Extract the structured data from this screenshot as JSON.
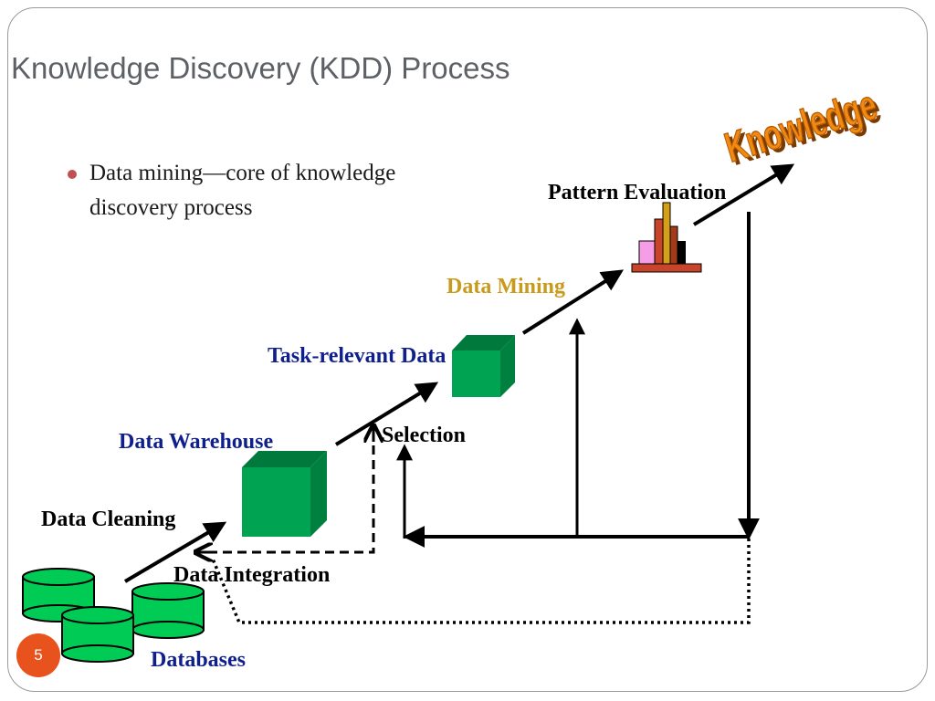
{
  "slide": {
    "title": "Knowledge Discovery (KDD) Process",
    "bullet_lines": [
      "Data mining—core of knowledge",
      "discovery process"
    ],
    "slide_number": "5"
  },
  "diagram": {
    "knowledge_label": "Knowledge",
    "pattern_evaluation": "Pattern Evaluation",
    "data_mining": "Data Mining",
    "task_relevant_data": "Task-relevant Data",
    "selection": "Selection",
    "data_warehouse": "Data Warehouse",
    "data_cleaning": "Data Cleaning",
    "data_integration": "Data Integration",
    "databases": "Databases"
  },
  "colors": {
    "title": "#5d6166",
    "bullet": "#c0504d",
    "data_mining_text": "#c99a1b",
    "blue_text": "#0f1f8c",
    "cube_green": "#009e4f",
    "cylinder_green": "#00cc55",
    "knowledge_orange": "#f08a12",
    "slide_number_bg": "#e8521c"
  }
}
